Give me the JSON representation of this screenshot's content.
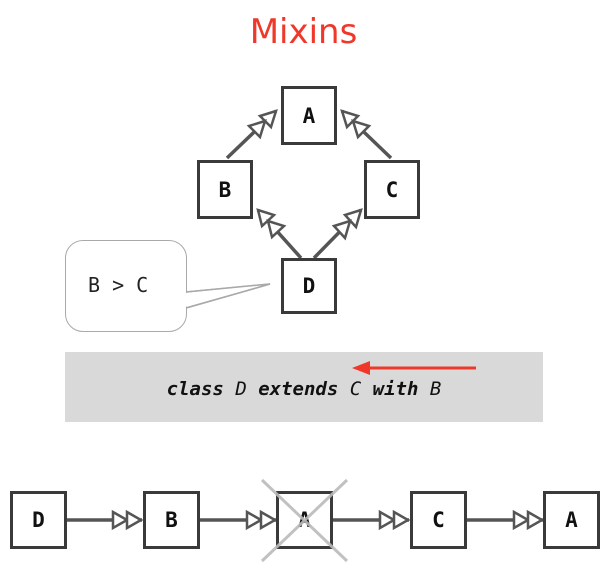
{
  "title": "Mixins",
  "hierarchy": {
    "a": "A",
    "b": "B",
    "c": "C",
    "d": "D"
  },
  "bubble_text": "B > C",
  "code": {
    "kw_class": "class",
    "name_d": "D",
    "kw_extends": "extends",
    "name_c": "C",
    "kw_with": "with",
    "name_b": "B"
  },
  "linearization": [
    "D",
    "B",
    "A",
    "C",
    "A"
  ],
  "colors": {
    "title": "#f0382a",
    "arrow_red": "#f0382a",
    "code_bg": "#d9d9d9",
    "strike": "#bbbbbb"
  }
}
